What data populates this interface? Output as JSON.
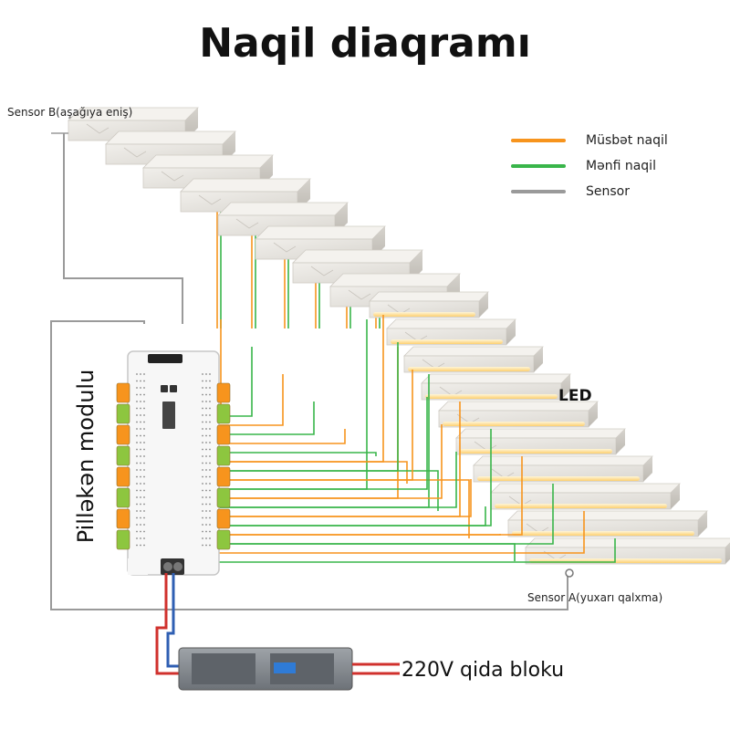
{
  "title": "Naqil diaqramı",
  "labels": {
    "sensor_b": "Sensor B(aşağıya eniş)",
    "sensor_a": "Sensor A(yuxarı qalxma)",
    "module": "Pilləkən modulu",
    "led": "LED",
    "psu": "220V qida bloku"
  },
  "legend": [
    {
      "label": "Müsbət naqil",
      "color": "#f7941d"
    },
    {
      "label": "Mənfi naqil",
      "color": "#39b54a"
    },
    {
      "label": "Sensor",
      "color": "#9a9a9a"
    }
  ],
  "colors": {
    "positive": "#f7941d",
    "negative": "#39b54a",
    "sensor": "#9a9a9a",
    "power_red": "#d0312d",
    "power_blue": "#2f5fb3",
    "led_glow": "#ffd27a",
    "stair": "#e9e6e1"
  },
  "stair_count": 18,
  "led_lit_steps": 10
}
